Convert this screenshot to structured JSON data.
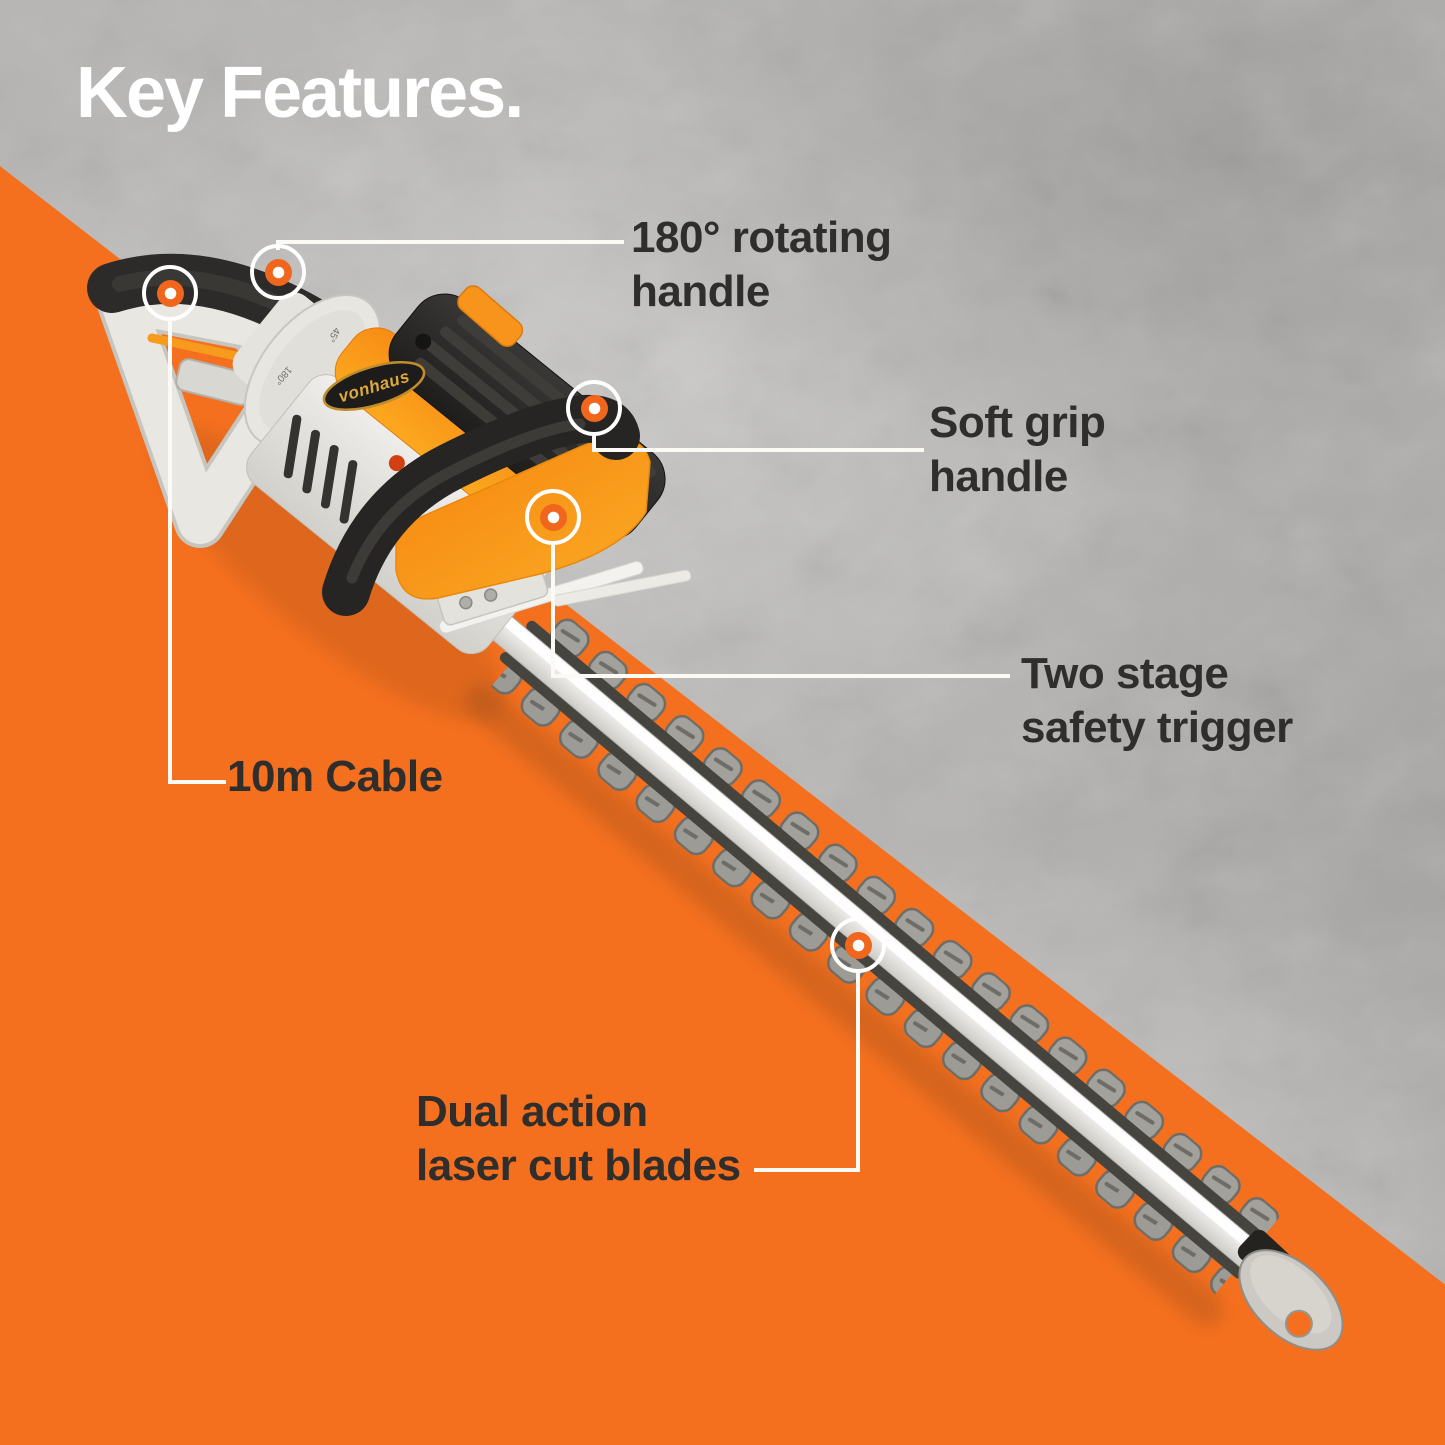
{
  "title": "Key Features.",
  "product": {
    "brand": "vonhaus",
    "collar_markings": [
      "45°",
      "180°"
    ]
  },
  "callouts": [
    {
      "id": "rotating-handle",
      "line1": "180° rotating",
      "line2": "handle"
    },
    {
      "id": "soft-grip-handle",
      "line1": "Soft grip",
      "line2": "handle"
    },
    {
      "id": "two-stage-safety-trigger",
      "line1": "Two stage",
      "line2": "safety trigger"
    },
    {
      "id": "cable",
      "line1": "10m Cable",
      "line2": ""
    },
    {
      "id": "dual-action-blades",
      "line1": "Dual action",
      "line2": "laser cut blades"
    }
  ],
  "colors": {
    "background_orange": "#f4701f",
    "machine_accent_orange": "#f78c15",
    "guard_orange": "#f9a01c",
    "connector_white": "#fcfaf5",
    "label_text": "#2f2e2c",
    "title_text": "#ffffff"
  }
}
